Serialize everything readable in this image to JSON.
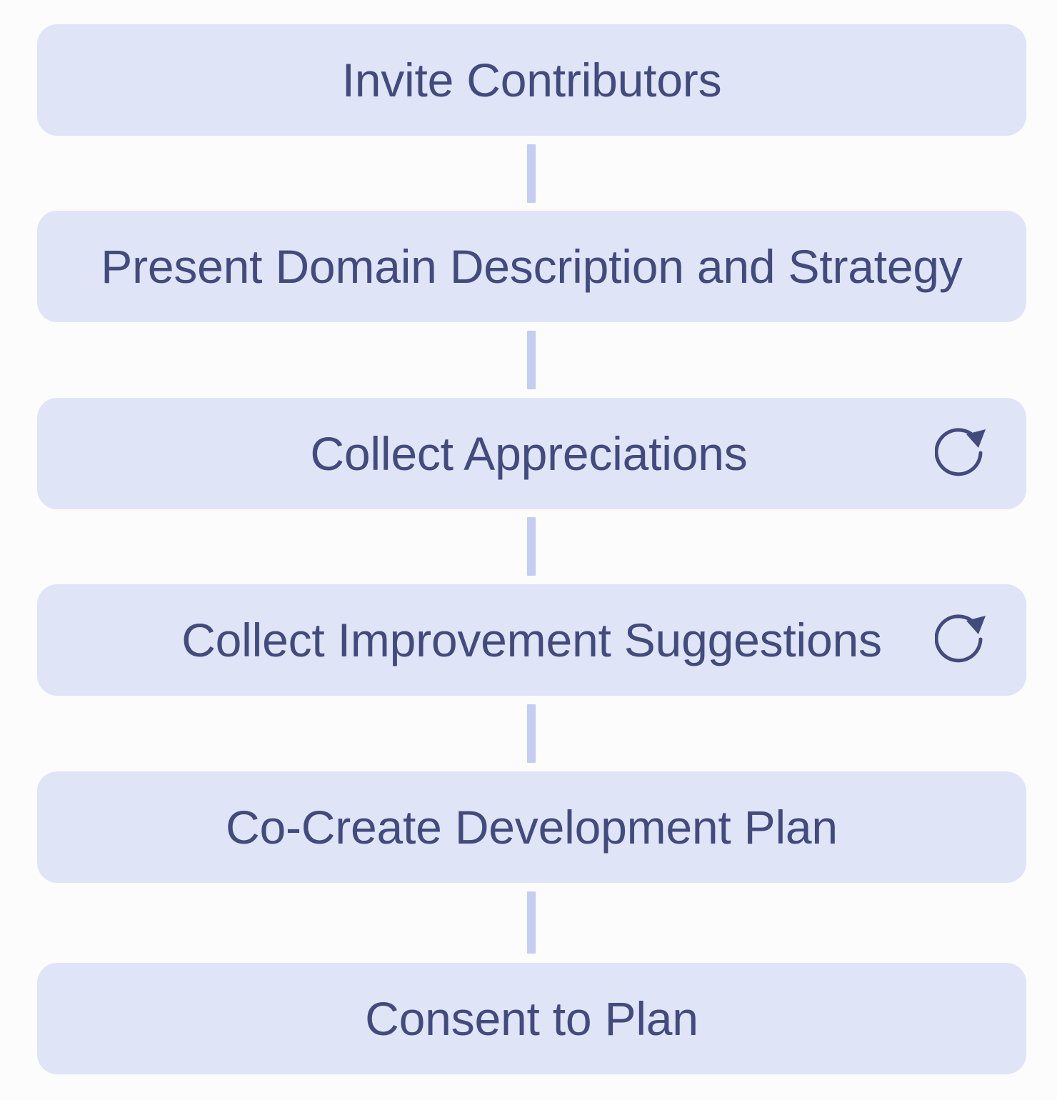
{
  "steps": [
    {
      "label": "Invite Contributors",
      "repeat_icon": false
    },
    {
      "label": "Present Domain Description and Strategy",
      "repeat_icon": false
    },
    {
      "label": "Collect Appreciations",
      "repeat_icon": true
    },
    {
      "label": "Collect Improvement Suggestions",
      "repeat_icon": true
    },
    {
      "label": "Co-Create Development Plan",
      "repeat_icon": false
    },
    {
      "label": "Consent to Plan",
      "repeat_icon": false
    }
  ],
  "icons": {
    "repeat": "refresh-icon"
  },
  "colors": {
    "box_fill": "#dfe4f7",
    "text": "#434a7c",
    "connector": "#c5cdf0",
    "background": "#fcfcfd"
  }
}
